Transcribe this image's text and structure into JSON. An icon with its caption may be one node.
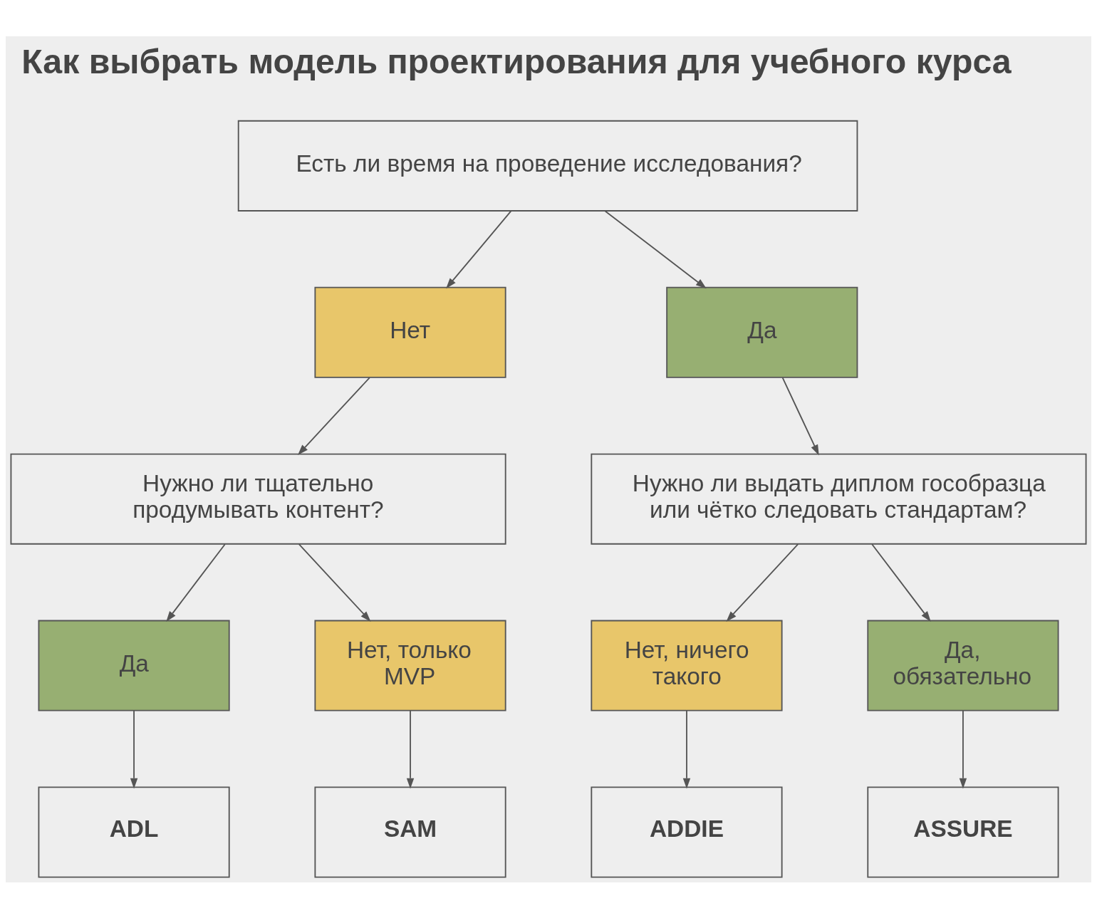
{
  "diagram": {
    "title": "Как выбрать модель проектирования для учебного курса",
    "nodes": [
      {
        "text": [
          "Есть ли время на проведение исследования?"
        ]
      },
      {
        "text": [
          "Нет"
        ]
      },
      {
        "text": [
          "Да"
        ]
      },
      {
        "text": [
          "Нужно ли тщательно продумывать контент?"
        ]
      },
      {
        "text": [
          "Нужно ли выдать диплом гособразца или чётко следовать стандартам?"
        ]
      },
      {
        "text": [
          "Да"
        ]
      },
      {
        "text": [
          "Нет, только MVP"
        ]
      },
      {
        "text": [
          "Нет, ничего такого"
        ]
      },
      {
        "text": [
          "Да, обязательно"
        ]
      },
      {
        "text": [
          "ADL"
        ]
      },
      {
        "text": [
          "SAM"
        ]
      },
      {
        "text": [
          "ADDIE"
        ]
      },
      {
        "text": [
          "ASSURE"
        ]
      }
    ],
    "edges": [
      {
        "from": 0,
        "to": 1,
        "arrow": "to"
      },
      {
        "from": 0,
        "to": 2,
        "arrow": "to"
      },
      {
        "from": 1,
        "to": 3,
        "arrow": "to"
      },
      {
        "from": 2,
        "to": 4,
        "arrow": "to"
      },
      {
        "from": 3,
        "to": 5,
        "arrow": "to"
      },
      {
        "from": 3,
        "to": 6,
        "arrow": "to"
      },
      {
        "from": 4,
        "to": 7,
        "arrow": "to"
      },
      {
        "from": 4,
        "to": 8,
        "arrow": "to"
      },
      {
        "from": 5,
        "to": 9,
        "arrow": "to"
      },
      {
        "from": 6,
        "to": 10,
        "arrow": "to"
      },
      {
        "from": 7,
        "to": 11,
        "arrow": "to"
      },
      {
        "from": 8,
        "to": 12,
        "arrow": "to"
      }
    ]
  }
}
